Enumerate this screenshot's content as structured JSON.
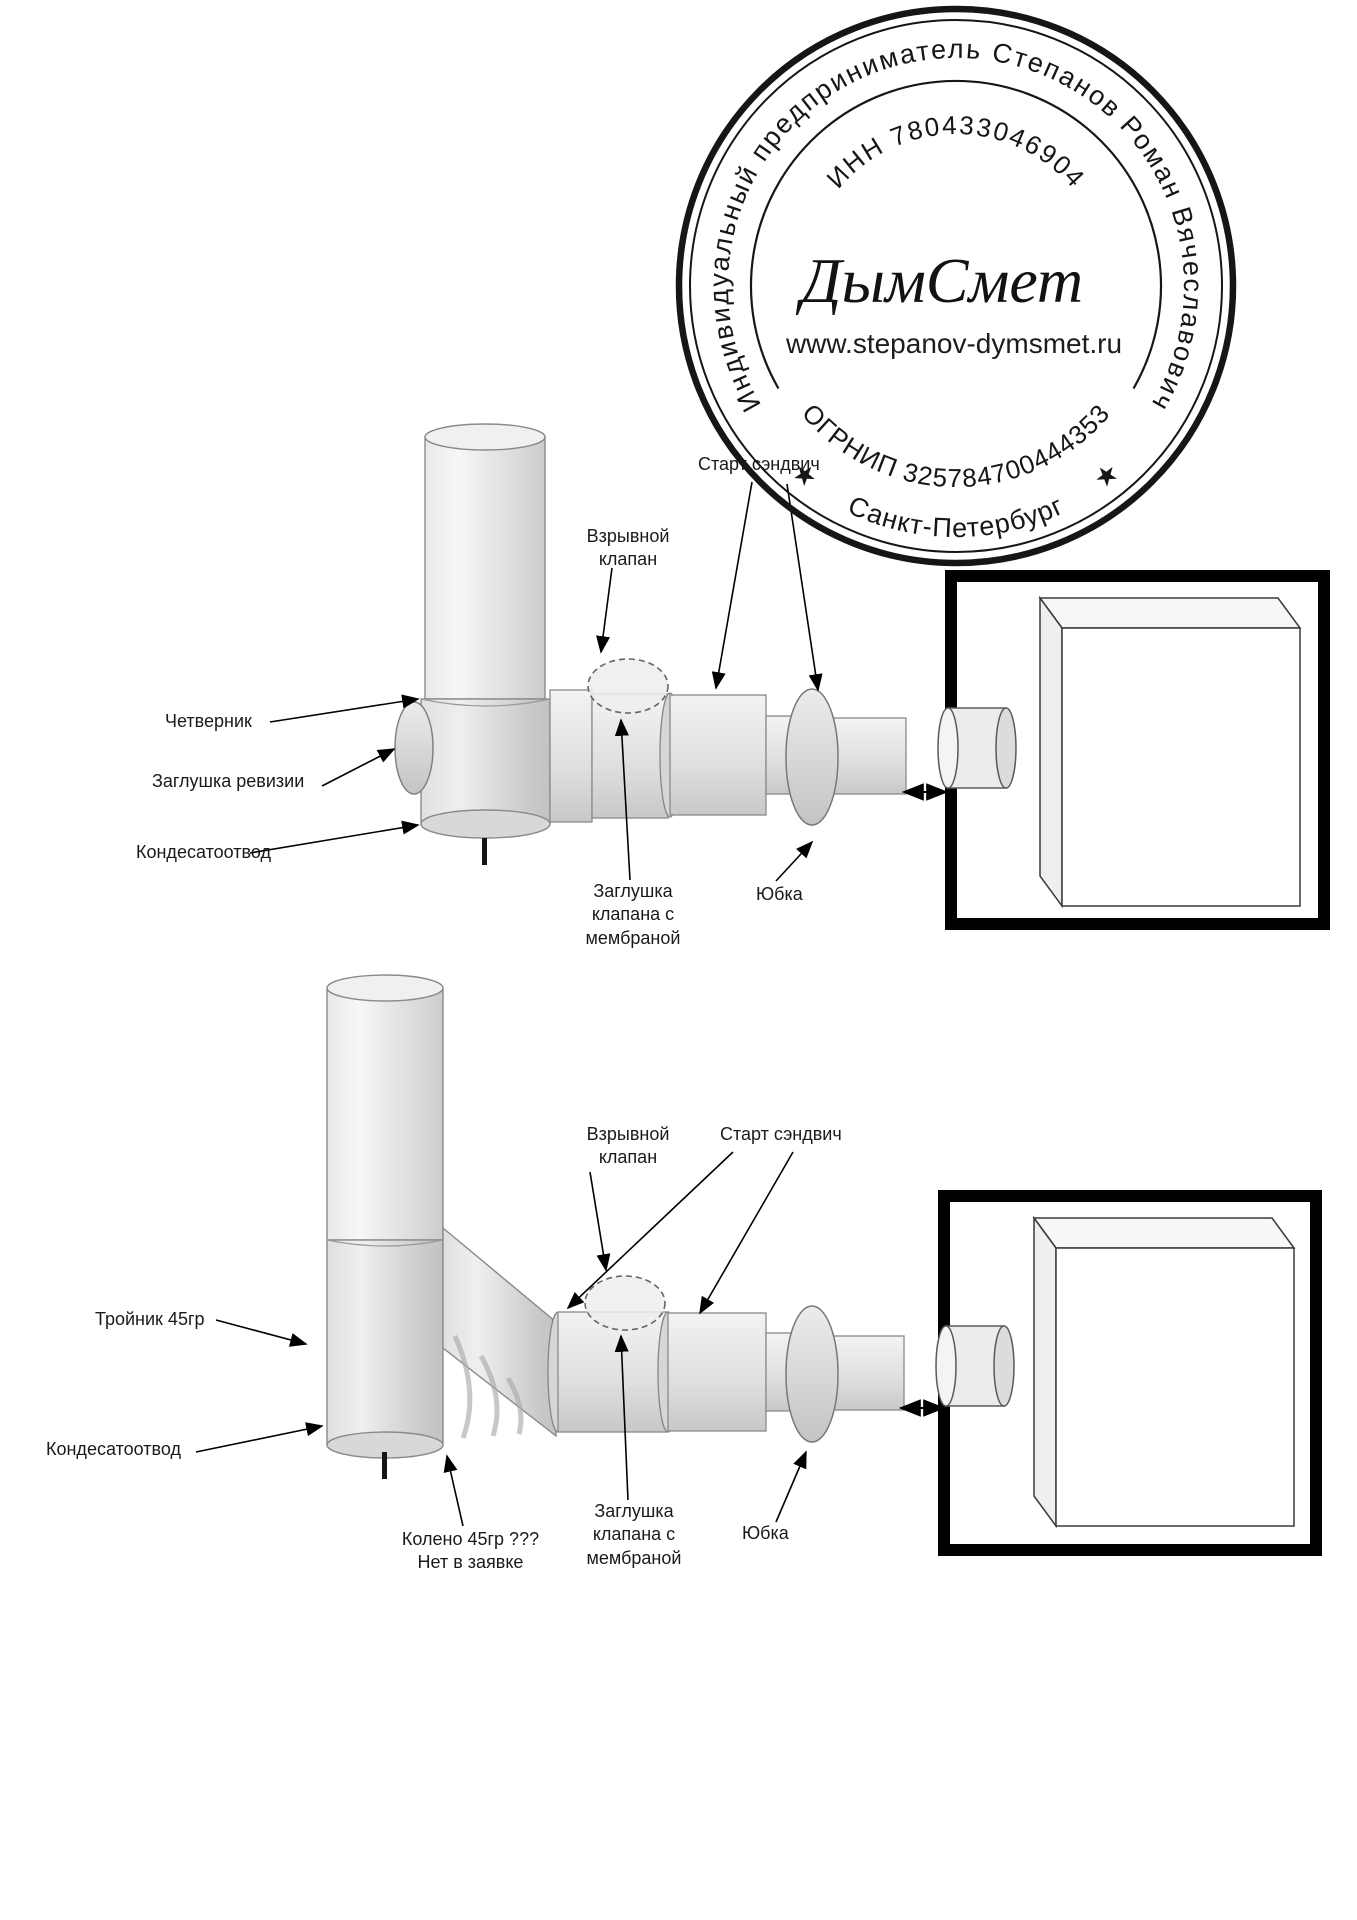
{
  "stamp": {
    "ring_text": "Индивидуальный предприниматель Степанов Роман Вячеславович",
    "inn": "ИНН 780433046904",
    "brand": "ДымСмет",
    "website": "www.stepanov-dymsmet.ru",
    "ogrnip": "ОГРНИП 325784700444353",
    "city": "★     Санкт-Петербург     ★"
  },
  "top_diagram": {
    "labels": {
      "chetvernik": "Четверник",
      "zaglushka_revizii": "Заглушка ревизии",
      "kondesatootvod": "Кондесатоотвод",
      "vzryvnoy_klapan": "Взрывной\nклапан",
      "start_sandwich": "Старт сэндвич",
      "zaglushka_klapana": "Заглушка\nклапана с\nмембраной",
      "yubka": "Юбка"
    }
  },
  "bottom_diagram": {
    "labels": {
      "troynik": "Тройник 45гр",
      "kondesatootvod": "Кондесатоотвод",
      "koleno": "Колено 45гр ???\nНет в заявке",
      "vzryvnoy_klapan": "Взрывной\nклапан",
      "start_sandwich": "Старт сэндвич",
      "zaglushka_klapana": "Заглушка\nклапана с\nмембраной",
      "yubka": "Юбка"
    }
  },
  "colors": {
    "stamp_ink": "#161616",
    "pipe_light": "#f2f2f2",
    "pipe_dark": "#c9c9c9",
    "outline": "#8a8a8a",
    "wall_frame": "#000000",
    "label_text": "#1a1a1a"
  }
}
